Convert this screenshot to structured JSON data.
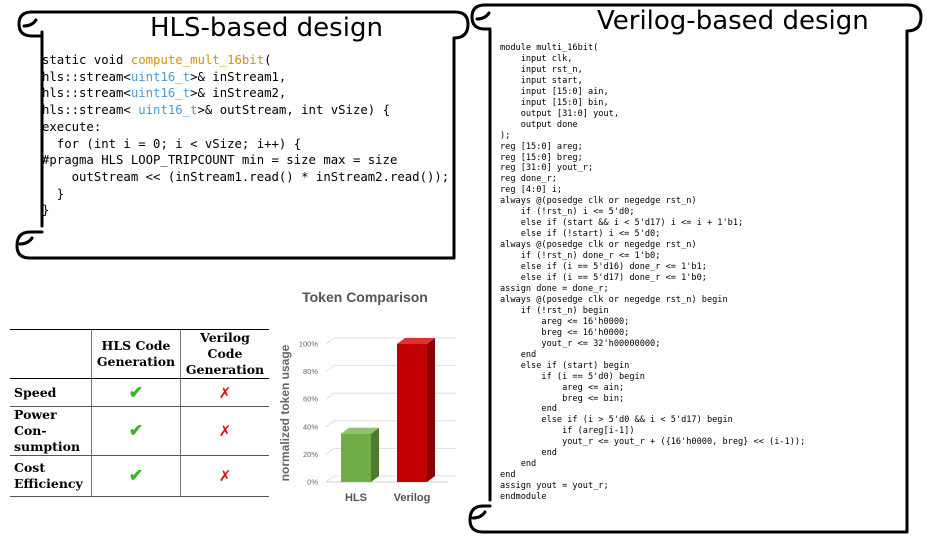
{
  "hls_panel": {
    "title": "HLS-based design",
    "code_lines": [
      [
        {
          "t": "static void "
        },
        {
          "t": "compute_mult_16bit",
          "c": "orange"
        },
        {
          "t": "("
        }
      ],
      [
        {
          "t": "hls::stream<"
        },
        {
          "t": "uint16_t",
          "c": "blue"
        },
        {
          "t": ">& inStream1,"
        }
      ],
      [
        {
          "t": "hls::stream<"
        },
        {
          "t": "uint16_t",
          "c": "blue"
        },
        {
          "t": ">& inStream2,"
        }
      ],
      [
        {
          "t": "hls::stream< "
        },
        {
          "t": "uint16_t",
          "c": "blue"
        },
        {
          "t": ">& outStream, int vSize) {"
        }
      ],
      [
        {
          "t": "execute:"
        }
      ],
      [
        {
          "t": "  for (int i = 0; i < vSize; i++) {"
        }
      ],
      [
        {
          "t": "#pragma HLS LOOP_TRIPCOUNT min = size max = size"
        }
      ],
      [
        {
          "t": "    outStream << (inStream1.read() * inStream2.read());"
        }
      ],
      [
        {
          "t": "  }"
        }
      ],
      [
        {
          "t": "}"
        }
      ]
    ]
  },
  "verilog_panel": {
    "title": "Verilog-based design",
    "code_lines": [
      "module multi_16bit(",
      "    input clk,",
      "    input rst_n,",
      "    input start,",
      "    input [15:0] ain,",
      "    input [15:0] bin,",
      "    output [31:0] yout,",
      "    output done",
      ");",
      "reg [15:0] areg;",
      "reg [15:0] breg;",
      "reg [31:0] yout_r;",
      "reg done_r;",
      "reg [4:0] i;",
      "always @(posedge clk or negedge rst_n)",
      "    if (!rst_n) i <= 5'd0;",
      "    else if (start && i < 5'd17) i <= i + 1'b1;",
      "    else if (!start) i <= 5'd0;",
      "always @(posedge clk or negedge rst_n)",
      "    if (!rst_n) done_r <= 1'b0;",
      "    else if (i == 5'd16) done_r <= 1'b1;",
      "    else if (i == 5'd17) done_r <= 1'b0;",
      "assign done = done_r;",
      "always @(posedge clk or negedge rst_n) begin",
      "    if (!rst_n) begin",
      "        areg <= 16'h0000;",
      "        breg <= 16'h0000;",
      "        yout_r <= 32'h00000000;",
      "    end",
      "    else if (start) begin",
      "        if (i == 5'd0) begin",
      "            areg <= ain;",
      "            breg <= bin;",
      "        end",
      "        else if (i > 5'd0 && i < 5'd17) begin",
      "            if (areg[i-1])",
      "            yout_r <= yout_r + ({16'h0000, breg} << (i-1));",
      "        end",
      "    end",
      "end",
      "assign yout = yout_r;",
      "endmodule"
    ]
  },
  "comparison_table": {
    "col_hls": [
      "HLS Code",
      "Generation"
    ],
    "col_verilog": [
      "Verilog Code",
      "Generation"
    ],
    "rows": [
      {
        "label": [
          "Speed"
        ],
        "hls": "✔",
        "verilog": "✗"
      },
      {
        "label": [
          "Power Con-",
          "sumption"
        ],
        "hls": "✔",
        "verilog": "✗"
      },
      {
        "label": [
          "Cost",
          "Efficiency"
        ],
        "hls": "✔",
        "verilog": "✗"
      }
    ]
  },
  "chart_data": {
    "type": "bar",
    "title": "Token Comparison",
    "ylabel": "normalized token usage",
    "xlabel": "",
    "categories": [
      "HLS",
      "Verilog"
    ],
    "values": [
      35,
      100
    ],
    "ylim": [
      0,
      100
    ],
    "yticks": [
      "0%",
      "20%",
      "40%",
      "60%",
      "80%",
      "100%"
    ],
    "colors": [
      "#70ad47",
      "#c00000"
    ],
    "grid": true
  }
}
